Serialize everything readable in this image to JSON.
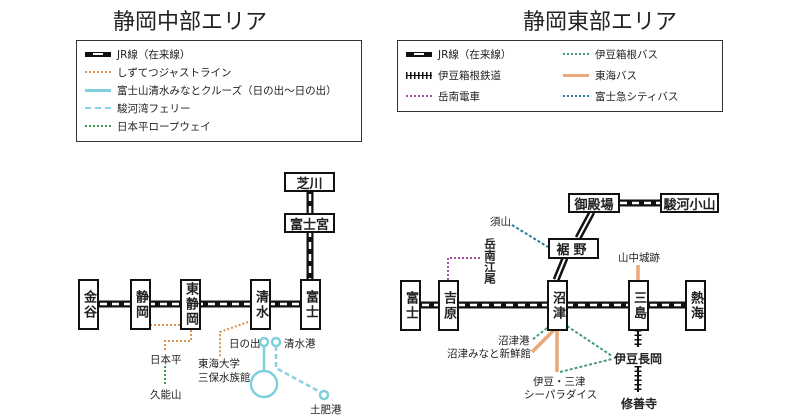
{
  "central": {
    "title": "静岡中部エリア",
    "legend": [
      {
        "label": "JR線（在来線）",
        "style": "jr",
        "color": "#111111"
      },
      {
        "label": "しずてつジャストライン",
        "style": "dot",
        "color": "#e0914a"
      },
      {
        "label": "富士山清水みなとクルーズ（日の出〜日の出）",
        "style": "solid",
        "color": "#7fd0dc"
      },
      {
        "label": "駿河湾フェリー",
        "style": "dash",
        "color": "#8fd0e0"
      },
      {
        "label": "日本平ロープウェイ",
        "style": "dot",
        "color": "#3a9a4a"
      }
    ],
    "stations": [
      "金谷",
      "静岡",
      "東静岡",
      "清水",
      "富士",
      "富士宮",
      "芝川"
    ],
    "labels": {
      "nihondaira": "日本平",
      "kunozan": "久能山",
      "tokai1": "東海大学",
      "tokai2": "三保水族館",
      "hinode": "日の出",
      "shimizuko": "清水港",
      "toiko": "土肥港"
    }
  },
  "east": {
    "title": "静岡東部エリア",
    "legend": [
      {
        "label": "JR線（在来線）",
        "style": "jr",
        "color": "#111111"
      },
      {
        "label": "伊豆箱根鉄道",
        "style": "hatch",
        "color": "#111111"
      },
      {
        "label": "岳南電車",
        "style": "dot",
        "color": "#a0509a"
      },
      {
        "label": "伊豆箱根バス",
        "style": "dot",
        "color": "#4a9a7a"
      },
      {
        "label": "東海バス",
        "style": "solid",
        "color": "#e8a878"
      },
      {
        "label": "富士急シティバス",
        "style": "dot",
        "color": "#2a7a9a"
      }
    ],
    "stations": [
      "富士",
      "吉原",
      "沼津",
      "三島",
      "熱海",
      "御殿場",
      "駿河小山",
      "裾野"
    ],
    "labels": {
      "suyama": "須山",
      "gakunan": "岳南江尾",
      "yamanaka": "山中城跡",
      "izunagaoka": "伊豆長岡",
      "shuzenji": "修善寺",
      "numazuko": "沼津港",
      "minato": "沼津みなと新鮮館",
      "mito1": "伊豆・三津",
      "mito2": "シーパラダイス"
    }
  }
}
